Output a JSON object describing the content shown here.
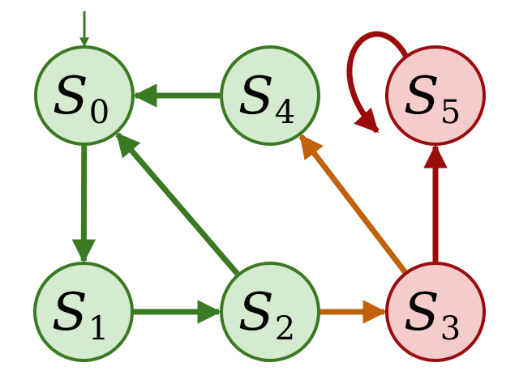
{
  "diagram": {
    "type": "state-transition-graph",
    "colors": {
      "green_stroke": "#3a7a22",
      "green_fill": "#d5ebd0",
      "red_stroke": "#9b0d0d",
      "red_fill": "#f4cccc",
      "orange_edge": "#c0620c",
      "text": "#000000"
    },
    "states": [
      {
        "id": "S0",
        "letter": "S",
        "sub": "0",
        "kind": "start",
        "color": "green"
      },
      {
        "id": "S1",
        "letter": "S",
        "sub": "1",
        "kind": "normal",
        "color": "green"
      },
      {
        "id": "S2",
        "letter": "S",
        "sub": "2",
        "kind": "normal",
        "color": "green"
      },
      {
        "id": "S3",
        "letter": "S",
        "sub": "3",
        "kind": "normal",
        "color": "red"
      },
      {
        "id": "S4",
        "letter": "S",
        "sub": "4",
        "kind": "normal",
        "color": "green"
      },
      {
        "id": "S5",
        "letter": "S",
        "sub": "5",
        "kind": "absorbing",
        "color": "red"
      }
    ],
    "transitions": [
      {
        "from": "S0",
        "to": "S1",
        "color": "green"
      },
      {
        "from": "S1",
        "to": "S2",
        "color": "green"
      },
      {
        "from": "S2",
        "to": "S0",
        "color": "green"
      },
      {
        "from": "S4",
        "to": "S0",
        "color": "green"
      },
      {
        "from": "S2",
        "to": "S3",
        "color": "orange"
      },
      {
        "from": "S3",
        "to": "S4",
        "color": "orange"
      },
      {
        "from": "S3",
        "to": "S5",
        "color": "red"
      },
      {
        "from": "S5",
        "to": "S5",
        "color": "red",
        "self_loop": true
      }
    ]
  }
}
